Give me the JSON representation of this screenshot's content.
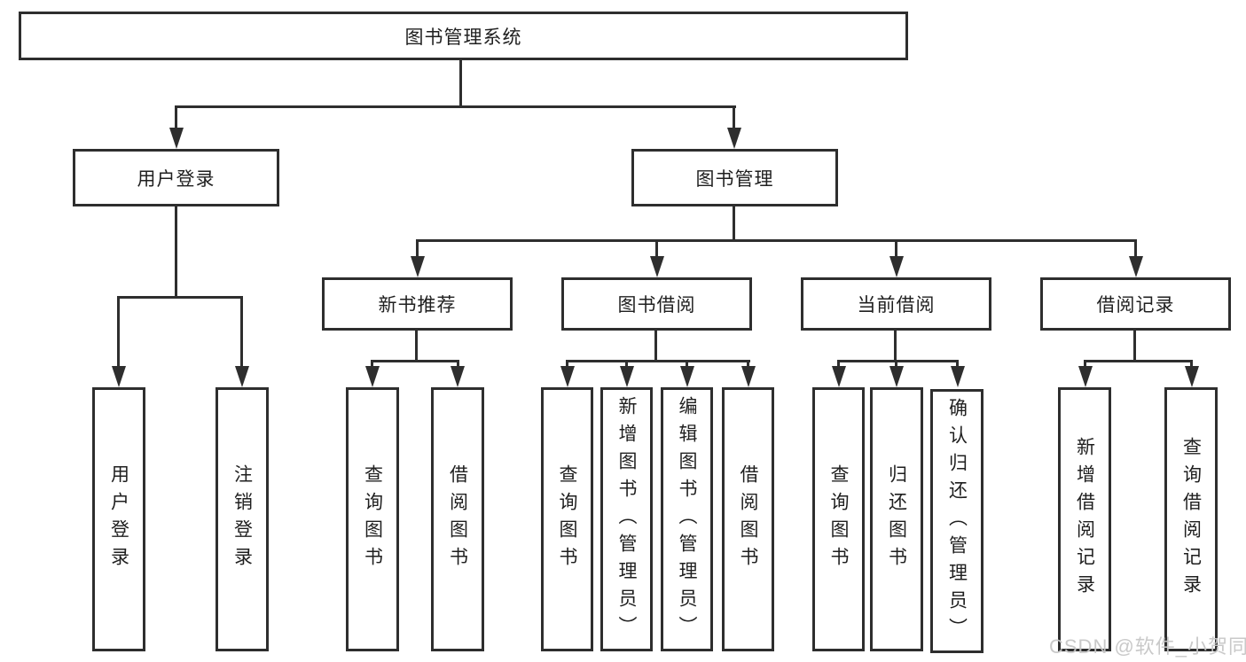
{
  "colors": {
    "line": "#2e2e2e",
    "text": "#1f1f1f",
    "background": "#ffffff",
    "watermark": "#c6c6c6"
  },
  "diagram": {
    "root": {
      "label": "图书管理系统"
    },
    "level1": [
      {
        "id": "user-login",
        "label": "用户登录"
      },
      {
        "id": "book-mgmt",
        "label": "图书管理"
      }
    ],
    "level2": [
      {
        "id": "new-books",
        "label": "新书推荐"
      },
      {
        "id": "book-borrow",
        "label": "图书借阅"
      },
      {
        "id": "current-borrow",
        "label": "当前借阅"
      },
      {
        "id": "borrow-records",
        "label": "借阅记录"
      }
    ],
    "leaves": {
      "user_login": [
        "用户登录",
        "注销登录"
      ],
      "new_books": [
        "查询图书",
        "借阅图书"
      ],
      "book_borrow": [
        "查询图书",
        "新增图书（管理员）",
        "编辑图书（管理员）",
        "借阅图书"
      ],
      "current_borrow": [
        "查询图书",
        "归还图书",
        "确认归还（管理员）"
      ],
      "borrow_records": [
        "新增借阅记录",
        "查询借阅记录"
      ]
    }
  },
  "watermark": {
    "text": "CSDN @软件_小贺同学"
  }
}
